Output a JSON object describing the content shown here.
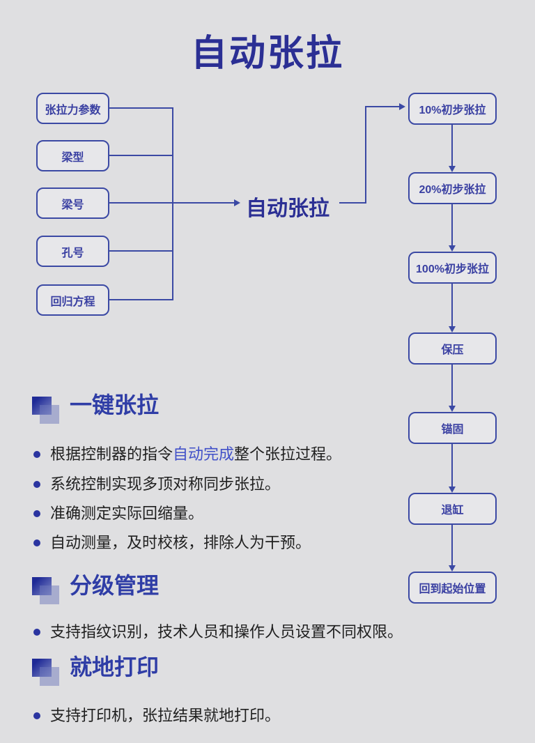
{
  "page": {
    "title": "自动张拉"
  },
  "flowchart": {
    "inputs": [
      "张拉力参数",
      "梁型",
      "梁号",
      "孔号",
      "回归方程"
    ],
    "center_label": "自动张拉",
    "steps": [
      "10%初步张拉",
      "20%初步张拉",
      "100%初步张拉",
      "保压",
      "锚固",
      "退缸",
      "回到起始位置"
    ]
  },
  "sections": [
    {
      "heading": "一键张拉",
      "bullets": [
        {
          "prefix": "根据控制器的指令",
          "highlight": "自动完成",
          "suffix": "整个张拉过程。"
        },
        {
          "text": "系统控制实现多顶对称同步张拉。"
        },
        {
          "text": "准确测定实际回缩量。"
        },
        {
          "text": "自动测量，及时校核，排除人为干预。"
        }
      ]
    },
    {
      "heading": "分级管理",
      "bullets": [
        {
          "text": "支持指纹识别，技术人员和操作人员设置不同权限。"
        }
      ]
    },
    {
      "heading": "就地打印",
      "bullets": [
        {
          "text": "支持打印机，张拉结果就地打印。"
        }
      ]
    }
  ],
  "colors": {
    "background": "#dfdfe1",
    "line": "#3b49a4",
    "box_fill": "#e7e7ea",
    "box_text": "#3a40a2",
    "title": "#2b2f94",
    "heading": "#2f3da6",
    "body_text": "#1f1f1f",
    "highlight": "#4150c8",
    "bullet_dot": "#2a34a0"
  }
}
